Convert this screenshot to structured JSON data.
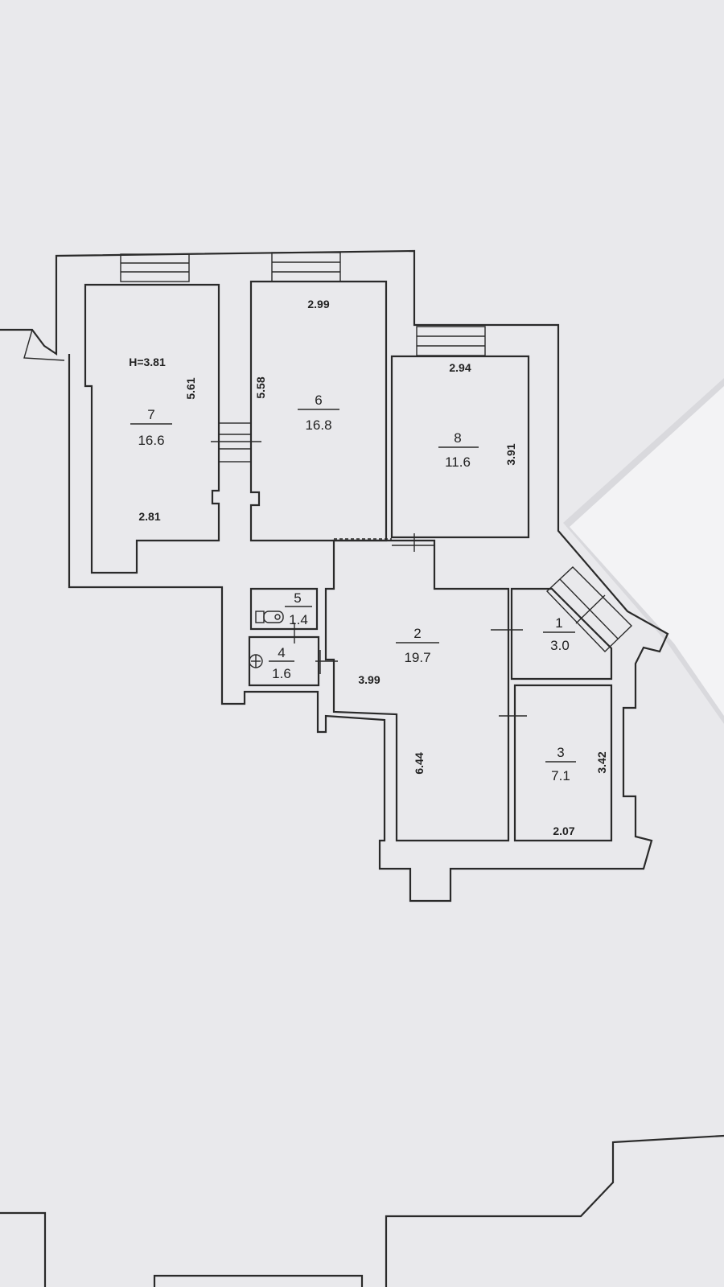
{
  "rooms": [
    {
      "id": "7",
      "area": "16.6"
    },
    {
      "id": "6",
      "area": "16.8"
    },
    {
      "id": "8",
      "area": "11.6"
    },
    {
      "id": "5",
      "area": "1.4"
    },
    {
      "id": "4",
      "area": "1.6"
    },
    {
      "id": "2",
      "area": "19.7"
    },
    {
      "id": "1",
      "area": "3.0"
    },
    {
      "id": "3",
      "area": "7.1"
    }
  ],
  "dimensions": {
    "ceiling_height": "H=3.81",
    "room7_height": "5.61",
    "room7_width": "2.81",
    "room6_height": "5.58",
    "room6_width": "2.99",
    "room8_width": "2.94",
    "room8_height": "3.91",
    "room2_width": "3.99",
    "room2_height": "6.44",
    "room3_height": "3.42",
    "room3_width": "2.07"
  }
}
